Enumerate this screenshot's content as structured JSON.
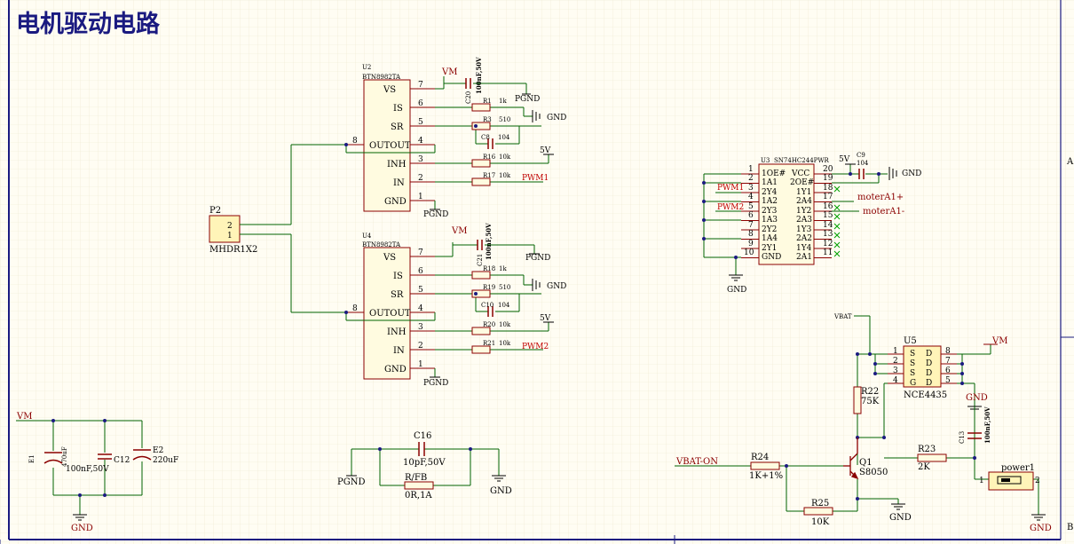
{
  "title": "电机驱动电路",
  "colors": {
    "background": "#fffdf3",
    "grid": "#e6e1c8",
    "wire": "#006400",
    "part": "#8b0000",
    "text": "#000080"
  },
  "components": {
    "U2": {
      "designator": "U2",
      "part": "BTN8982TA",
      "pins": [
        {
          "num": "7",
          "name": "VS"
        },
        {
          "num": "6",
          "name": "IS"
        },
        {
          "num": "5",
          "name": "SR"
        },
        {
          "num": "4",
          "name": "OUTOUT"
        },
        {
          "num": "3",
          "name": "INH"
        },
        {
          "num": "2",
          "name": "IN"
        },
        {
          "num": "1",
          "name": "GND"
        }
      ],
      "pin8": "8"
    },
    "U4": {
      "designator": "U4",
      "part": "BTN8982TA",
      "pins": [
        {
          "num": "7",
          "name": "VS"
        },
        {
          "num": "6",
          "name": "IS"
        },
        {
          "num": "5",
          "name": "SR"
        },
        {
          "num": "4",
          "name": "OUTOUT"
        },
        {
          "num": "3",
          "name": "INH"
        },
        {
          "num": "2",
          "name": "IN"
        },
        {
          "num": "1",
          "name": "GND"
        }
      ],
      "pin8": "8"
    },
    "U3": {
      "designator": "U3",
      "part": "SN74HC244PWR",
      "left_pins": [
        {
          "num": "1",
          "name": "1OE#"
        },
        {
          "num": "2",
          "name": "1A1"
        },
        {
          "num": "3",
          "name": "2Y4"
        },
        {
          "num": "4",
          "name": "1A2"
        },
        {
          "num": "5",
          "name": "2Y3"
        },
        {
          "num": "6",
          "name": "1A3"
        },
        {
          "num": "7",
          "name": "2Y2"
        },
        {
          "num": "8",
          "name": "1A4"
        },
        {
          "num": "9",
          "name": "2Y1"
        },
        {
          "num": "10",
          "name": "GND"
        }
      ],
      "right_pins": [
        {
          "num": "20",
          "name": "VCC"
        },
        {
          "num": "19",
          "name": "2OE#"
        },
        {
          "num": "18",
          "name": "1Y1"
        },
        {
          "num": "17",
          "name": "2A4"
        },
        {
          "num": "16",
          "name": "1Y2"
        },
        {
          "num": "15",
          "name": "2A3"
        },
        {
          "num": "14",
          "name": "1Y3"
        },
        {
          "num": "13",
          "name": "2A2"
        },
        {
          "num": "12",
          "name": "1Y4"
        },
        {
          "num": "11",
          "name": "2A1"
        }
      ]
    },
    "U5": {
      "designator": "U5",
      "part": "NCE4435",
      "left": [
        "S",
        "S",
        "S",
        "G"
      ],
      "right": [
        "D",
        "D",
        "D",
        "D"
      ],
      "left_nums": [
        "1",
        "2",
        "3",
        "4"
      ],
      "right_nums": [
        "8",
        "7",
        "6",
        "5"
      ]
    },
    "P2": {
      "designator": "P2",
      "part": "MHDR1X2",
      "pins": [
        "2",
        "1"
      ]
    },
    "power1": {
      "designator": "power1",
      "pins": [
        "1",
        "2"
      ]
    },
    "Q1": {
      "designator": "Q1",
      "part": "S8050"
    }
  },
  "resistors": {
    "R1": {
      "ref": "R1",
      "val": "1k"
    },
    "R3": {
      "ref": "R3",
      "val": "510"
    },
    "R16": {
      "ref": "R16",
      "val": "10k"
    },
    "R17": {
      "ref": "R17",
      "val": "10k"
    },
    "R18": {
      "ref": "R18",
      "val": "1k"
    },
    "R19": {
      "ref": "R19",
      "val": "510"
    },
    "R20": {
      "ref": "R20",
      "val": "10k"
    },
    "R21": {
      "ref": "R21",
      "val": "10k"
    },
    "R22": {
      "ref": "R22",
      "val": "75K"
    },
    "R23": {
      "ref": "R23",
      "val": "2K"
    },
    "R24": {
      "ref": "R24",
      "val": "1K+1%"
    },
    "R25": {
      "ref": "R25",
      "val": "10K"
    },
    "RFB": {
      "ref": "R/FB",
      "val": "0R,1A"
    }
  },
  "capacitors": {
    "C20": {
      "ref": "C20",
      "val": "100nF,50V"
    },
    "C8": {
      "ref": "C8",
      "val": "104"
    },
    "C21": {
      "ref": "C21",
      "val": "100nF,50V"
    },
    "C10": {
      "ref": "C10",
      "val": "104"
    },
    "C9": {
      "ref": "C9",
      "val": "104"
    },
    "C16": {
      "ref": "C16",
      "val": "10pF,50V"
    },
    "C12": {
      "ref": "C12",
      "val": "100nF,50V"
    },
    "E1": {
      "ref": "E1",
      "val": "470uF"
    },
    "E2": {
      "ref": "E2",
      "val": "220uF"
    },
    "C13": {
      "ref": "C13",
      "val": "100nF,50V"
    }
  },
  "nets": {
    "vm": "VM",
    "pgnd": "PGND",
    "gnd": "GND",
    "v5": "5V",
    "pwm1": "PWM1",
    "pwm2": "PWM2",
    "vbat": "VBAT",
    "vbat_on": "VBAT-ON",
    "motor_a1p": "moterA1+",
    "motor_a1n": "moterA1-"
  },
  "border": {
    "right_a": "A",
    "right_b": "B"
  }
}
